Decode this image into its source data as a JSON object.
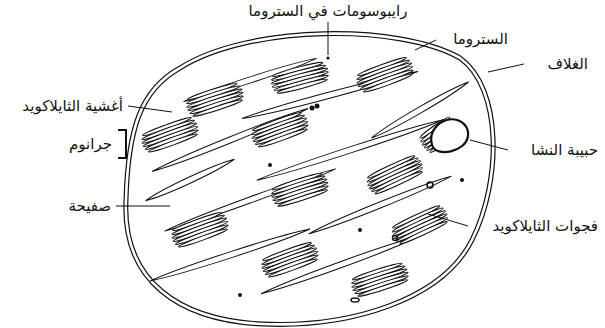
{
  "diagram": {
    "labels": [
      "رايبوسومات في الستروما",
      "الستروما",
      "الغلاف",
      "أغشية الثايلاكويد",
      "جرانوم",
      "حبيبة النشا",
      "فجوات الثايلاكويد",
      "صفيحة"
    ]
  }
}
